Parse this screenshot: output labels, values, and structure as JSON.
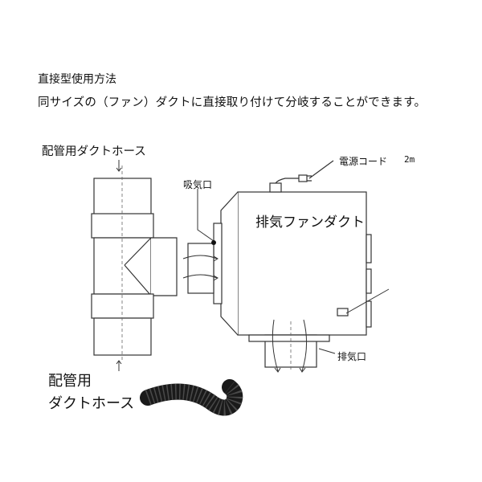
{
  "header": {
    "title": "直接型使用方法",
    "description": "同サイズの（ファン）ダクトに直接取り付けて分岐することができます。"
  },
  "diagram": {
    "top_hose_label": "配管用ダクトホース",
    "intake_label": "吸気口",
    "power_cord_label": "電源コード",
    "power_cord_length": "2m",
    "unit_label": "排気ファンダクト",
    "exhaust_label": "排気口",
    "hose_photo_label_line1": "配管用",
    "hose_photo_label_line2": "ダクトホース"
  },
  "colors": {
    "line": "#333333",
    "fill": "#ffffff",
    "hose": "#1a1a1a"
  }
}
